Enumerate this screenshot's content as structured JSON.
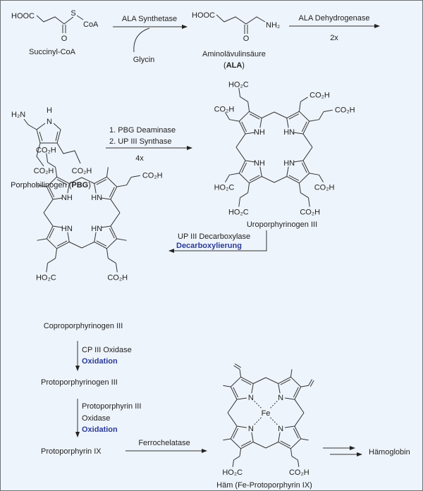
{
  "colors": {
    "background": "#eef4fb",
    "border": "#6d6f72",
    "accent_blue": "#2b3b98",
    "ink": "#222222"
  },
  "succinyl_coa": {
    "hooc": "HOOC",
    "s": "S",
    "coa": "CoA",
    "o": "O",
    "label": "Succinyl-CoA"
  },
  "step1": {
    "enzyme": "ALA Synthetase",
    "cosubstrate": "Glycin"
  },
  "ala": {
    "hooc": "HOOC",
    "o": "O",
    "nh2": "NH₂",
    "label": "Aminolävulinsäure",
    "abbr_open": "(",
    "abbr": "ALA",
    "abbr_close": ")"
  },
  "step2": {
    "enzyme": "ALA Dehydrogenase",
    "multiplier": "2x"
  },
  "pbg": {
    "h2n": "H₂N",
    "h": "H",
    "n": "N",
    "co2h_1": "CO₂H",
    "co2h_2": "CO₂H",
    "label": "Porphobilinogen (",
    "abbr": "PBG",
    "abbr_close": ")"
  },
  "step3": {
    "line1": "1. PBG Deaminase",
    "line2": "2. UP III Synthase",
    "multiplier": "4x"
  },
  "uroporphyrinogen": {
    "label": "Uroporphyrinogen III",
    "nh": [
      "NH",
      "HN",
      "NH",
      "HN"
    ],
    "groups": [
      "CO₂H",
      "HO₂C",
      "CO₂H",
      "CO₂H",
      "HO₂C",
      "HO₂C",
      "CO₂H",
      "CO₂H"
    ]
  },
  "step4": {
    "enzyme": "UP III Decarboxylase",
    "process": "Decarboxylierung"
  },
  "coproporphyrinogen": {
    "label": "Coproporphyrinogen III",
    "nh": [
      "NH",
      "HN",
      "HN",
      "HN"
    ],
    "groups": [
      "CO₂H",
      "CO₂H",
      "HO₂C",
      "CO₂H"
    ]
  },
  "step5": {
    "enzyme": "CP III Oxidase",
    "process": "Oxidation"
  },
  "protoporphyrinogen": {
    "label": "Protoporphyrinogen III"
  },
  "step6": {
    "enzyme_line1": "Protoporphyrin III",
    "enzyme_line2": "Oxidase",
    "process": "Oxidation"
  },
  "protoporphyrin": {
    "label": "Protoporphyrin IX"
  },
  "step7": {
    "enzyme": "Ferrochelatase"
  },
  "haem": {
    "label": "Häm (Fe-Protoporphyrin IX)",
    "metal": "Fe",
    "nh": [
      "N",
      "N",
      "N",
      "N"
    ],
    "groups": [
      "HO₂C",
      "CO₂H"
    ]
  },
  "product": {
    "label": "Hämoglobin"
  }
}
